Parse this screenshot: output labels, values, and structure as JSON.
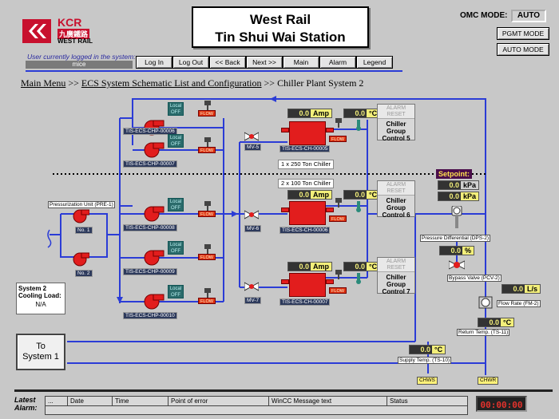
{
  "header": {
    "logo_kcr": "KCR",
    "logo_cn": "九廣鐵路",
    "logo_line": "WEST RAIL",
    "title_line1": "West Rail",
    "title_line2": "Tin Shui Wai Station",
    "omc_mode_label": "OMC MODE:",
    "omc_mode_value": "AUTO",
    "pgmt_mode_btn": "PGMT MODE",
    "auto_mode_btn": "AUTO MODE"
  },
  "session": {
    "user_label": "User currently logged in the system:",
    "user_value": "mice"
  },
  "nav": {
    "items": [
      "Log In",
      "Log Out",
      "<< Back",
      "Next >>",
      "Main",
      "Alarm",
      "Legend"
    ]
  },
  "breadcrumb": {
    "part1": "Main Menu",
    "sep1": " >> ",
    "part2": "ECS System Schematic List and Configuration",
    "sep2": " >> ",
    "part3": "Chiller Plant System 2"
  },
  "pressurization": {
    "title": "Pressurization Unit (PRE-1)",
    "pump1": "No. 1",
    "pump2": "No. 2"
  },
  "pumps": [
    {
      "tag": "TIS-ECS-CHP-00006",
      "local": "Local",
      "off": "OFF",
      "flow": "FLOW"
    },
    {
      "tag": "TIS-ECS-CHP-00007",
      "local": "Local",
      "off": "OFF",
      "flow": "FLOW"
    },
    {
      "tag": "TIS-ECS-CHP-00008",
      "local": "Local",
      "off": "OFF",
      "flow": "FLOW"
    },
    {
      "tag": "TIS-ECS-CHP-00009",
      "local": "Local",
      "off": "OFF",
      "flow": "FLOW"
    },
    {
      "tag": "TIS-ECS-CHP-00010",
      "local": "Local",
      "off": "OFF",
      "flow": "FLOW"
    }
  ],
  "valves": [
    "MV-5",
    "MV-6",
    "MV-7"
  ],
  "chillers": [
    {
      "tag": "TIS-ECS-CH-00005",
      "amp_value": "0.0",
      "amp_unit": "Amp",
      "temp_value": "0.0",
      "temp_unit": "°C",
      "flow": "FLOW",
      "alarm1": "ALARM",
      "alarm2": "RESET",
      "ctrl1": "Chiller",
      "ctrl2": "Group",
      "ctrl3": "Control 5"
    },
    {
      "tag": "TIS-ECS-CH-00006",
      "amp_value": "0.0",
      "amp_unit": "Amp",
      "temp_value": "0.0",
      "temp_unit": "°C",
      "flow": "FLOW",
      "alarm1": "ALARM",
      "alarm2": "RESET",
      "ctrl1": "Chiller",
      "ctrl2": "Group",
      "ctrl3": "Control 6"
    },
    {
      "tag": "TIS-ECS-CH-00007",
      "amp_value": "0.0",
      "amp_unit": "Amp",
      "temp_value": "0.0",
      "temp_unit": "°C",
      "flow": "FLOW",
      "alarm1": "ALARM",
      "alarm2": "RESET",
      "ctrl1": "Chiller",
      "ctrl2": "Group",
      "ctrl3": "Control 7"
    }
  ],
  "captions": {
    "chiller_250": "1 x 250 Ton Chiller",
    "chiller_100": "2 x 100 Ton Chiller"
  },
  "setpoint": {
    "label": "Setpoint:",
    "kpa_value1": "0.0",
    "kpa_unit1": "kPa",
    "kpa_value2": "0.0",
    "kpa_unit2": "kPa"
  },
  "instruments": {
    "dps_label": "Pressure Differential (DPS-2)",
    "pcv_value": "0.0",
    "pcv_unit": "%",
    "pcv_label": "Bypass Valve (PCV-2)",
    "fm_value": "0.0",
    "fm_unit": "L/s",
    "fm_label": "Flow Rate (FM-2)",
    "ts11_value": "0.0",
    "ts11_unit": "°C",
    "ts11_label": "Return Temp. (TS-11)",
    "ts10_value": "0.0",
    "ts10_unit": "°C",
    "ts10_label": "Supply Temp. (TS-10)",
    "chws": "CHWS",
    "chwr": "CHWR"
  },
  "cooling_load": {
    "line1": "System 2",
    "line2": "Cooling Load:",
    "value": "N/A"
  },
  "to_system": {
    "line1": "To",
    "line2": "System 1"
  },
  "alarm_bar": {
    "label1": "Latest",
    "label2": "Alarm:",
    "columns": [
      "...",
      "Date",
      "Time",
      "Point of error",
      "WinCC Message text",
      "Status"
    ],
    "clock": "00:00:00"
  },
  "colors": {
    "pipe": "#2b3cd6",
    "equipment": "#e21d1d",
    "readout_bg": "#f3ef7a",
    "background": "#c8c8c8"
  }
}
